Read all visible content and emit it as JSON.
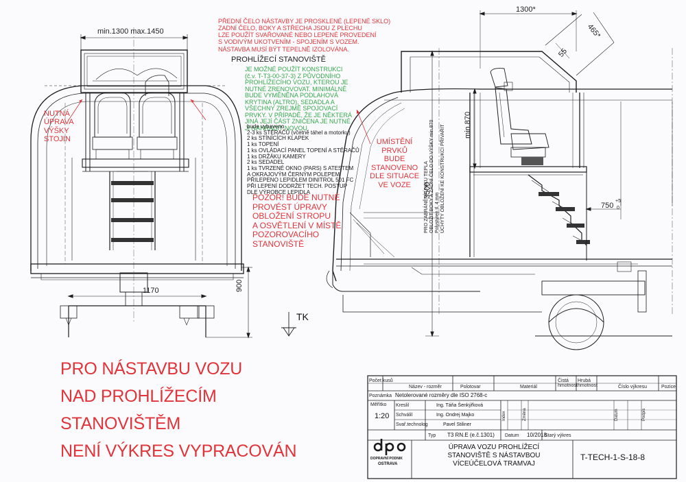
{
  "notes": {
    "glass_front": [
      "PŘEDNÍ ČELO NÁSTAVBY JE PROSKLENÉ (LEPENÉ SKLO)",
      "ZADNÍ ČELO, BOKY A STŘECHA  JSOU Z PLECHU",
      "LZE POUŽÍT SVAŘOVANÉ NEBO LEPENÉ PROVEDENÍ",
      "S VODIVÝM UKOTVENÍM - SPOJENÍM S VOZEM.",
      "NÁSTAVBA MUSÍ BÝT TEPELNĚ IZOLOVÁNA."
    ],
    "section_title": "PROHLÍŽECÍ STANOVIŠTĚ",
    "construction": [
      "JE MOŽNÉ POUŽÍT KONSTRUKCI",
      "(č.v. T-T3-00-37-3) Z PŮVODNÍHO",
      "PROHLÍŽECÍHO VOZU, KTEROU JE",
      "NUTNÉ ZRENOVOVAT. MINIMÁLNĚ",
      "BUDE VYMĚNĚNA PODLAHOVÁ",
      "KRYTINA (ALTRO), SEDADLA A",
      "VŠECHNY ZREJMĚ SPOJOVACÍ",
      "PRVKY. V PŘÍPADĚ, ŽE JE NĚKTERÁ",
      "JINÁ JEJÍ ČÁST ZNIČENA JE NUTNÉ",
      "JI NAHRADIT NOVOU."
    ],
    "equipment": [
      "bude vybaveno",
      "2-3 ks STĚRAČŮ (včetně táhel a motorku)",
      "2 ks STÍNÍCÍCH KLAPEK",
      "1 ks TOPENÍ",
      "1 ks OVLÁDACÍ PANEL TOPENÍ A STĚRAČŮ",
      "1 ks DRŽÁKU KAMERY",
      "2 ks SEDADEL",
      "1 ks TVRZENÉ OKNO (PARS) S ATESTEM",
      "A OKRAJOVÝM ČERNÝM POLEPEM",
      "PŘILEPENO LEPIDLEM DINITROL 501 FC",
      "PŘI LEPENÍ DODRŽET TECH. POSTUP",
      "DLE VÝROBCE LEPIDLA"
    ],
    "height_adjust": [
      "NUTNÁ",
      "ÚPRAVA",
      "VÝŠKY",
      "STOJIN"
    ],
    "placement": [
      "UMÍSTĚNÍ",
      "PRVKŮ",
      "BUDE",
      "STANOVENO",
      "DLE SITUACE",
      "VE VOZE"
    ],
    "warning": [
      "POZOR! BUDE NUTNÉ",
      "PROVÉST ÚPRAVY",
      "OBLOŽENÍ STROPU",
      "A OSVĚTLENÍ V MÍSTĚ",
      "POZOROVACÍHO",
      "STANOVIŠTĚ"
    ],
    "vertical_note": [
      "PRO ZABRÁNĚNÍ ÚNIKU TEPLA",
      "OBLOŽIT BOKY A ZADNÍ ČELO DO VÝŠKY min.870",
      "Polystyren tl. 4 mm",
      "ÚCHYTY OBLOŽENÍ KE KONSTRUKCI PŘIVAŘIT"
    ],
    "big_statement": [
      "PRO NÁSTAVBU VOZU",
      "NAD PROHLÍŽECÍM",
      "STANOVIŠTĚM",
      "NENÍ VÝKRES VYPRACOVÁN"
    ]
  },
  "dimensions": {
    "width_range": "min.1300   max.1450",
    "height_900": "900",
    "width_1170": "1170",
    "width_1300": "1300*",
    "angle_465": "465*",
    "dim_55": "55",
    "min_870": "min.870",
    "height_3500": "3500",
    "offset_750": "750",
    "tol_upper": "+5",
    "tol_lower": "0",
    "tk_label": "TK"
  },
  "title_block": {
    "headers": {
      "count": "Počet kusů",
      "name": "Název - rozměr",
      "semi": "Polotovar",
      "material": "Materiál",
      "net_weight": "Čistá hmotnost",
      "gross_weight": "Hrubá hmotnost",
      "drawing_no": "Číslo výkresu",
      "position": "Pozice"
    },
    "note_label": "Poznámka",
    "note_value": "Netolerované rozměry dle  ISO 2768-c",
    "scale_label": "Měřítko",
    "scale_value": "1:20",
    "drawn_label": "Kreslil",
    "drawn_by": "Ing. Táňa Šenkýřková",
    "approved_label": "Schválil",
    "approved_by": "Ing. Ondrej Majko",
    "welding_label": "Svař.technolog",
    "welding_by": "Pavel Stiliner",
    "index_label": "Index",
    "change_label": "Změna",
    "date_label_small": "Datum",
    "signature_label": "Podpis",
    "type_label": "Typ",
    "type_value": "T3 RN.E (e.č.1301)",
    "date_label": "Datum",
    "date_value": "10/2018",
    "old_drawing_label": "Starý výkres",
    "logo_text": "dpo",
    "company_line1": "DOPRAVNÍ PODNIK",
    "company_line2": "OSTRAVA",
    "drawing_title": [
      "ÚPRAVA VOZU PROHLÍŽECÍ",
      "STANOVIŠTĚ S NÁSTAVBOU",
      "VÍCEÚČELOVÁ TRAMVAJ"
    ],
    "drawing_number": "T-TECH-1-S-18-8"
  }
}
